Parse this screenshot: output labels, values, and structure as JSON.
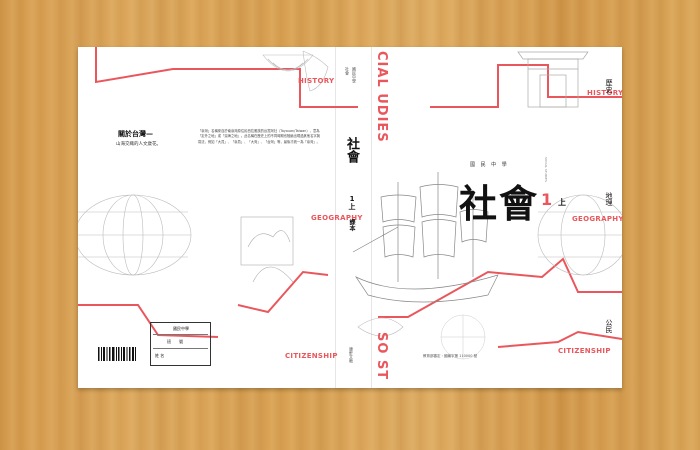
{
  "cover": {
    "school_level": "國 民 中 學",
    "title": "社會",
    "grade": "1",
    "grade_suffix": "上",
    "title_en": "SOCIAL STUDIES"
  },
  "spine": {
    "title": "社會",
    "grade": "1上",
    "kind": "課本",
    "publisher": "康軒文教",
    "top_labels": [
      "國民中學",
      "社會"
    ]
  },
  "subjects": {
    "history": "HISTORY",
    "geography": "GEOGRAPHY",
    "citizenship": "CITIZENSHIP",
    "history_zh": "歷史",
    "geography_zh": "地理",
    "citizenship_zh": "公民"
  },
  "vertical_en": {
    "top": "CIAL UDIES",
    "bottom": "SO ST"
  },
  "back": {
    "about_title": "關於台灣—",
    "about_subtitle": "山海交織的人文歲花。",
    "body": "「臺灣」名稱來自於南臺灣原住民西拉雅族的台窩灣社（Tayouan/Taiwan），意為「定外之地」或「濱海之地」。此名稱在歷史上的不同時期也陸續出現過其他名字與寫法，例如「大員」、「臺員」、「大灣」、「台灣」等，最後才統一為「臺灣」。",
    "label_school": "國民中學",
    "label_class": "班　　號",
    "label_name": "姓 名"
  },
  "footer_note": "教育部審定・國編字第 110000 號",
  "colors": {
    "accent": "#e9575c",
    "book": "#ffffff",
    "wood": "#d9a152"
  }
}
